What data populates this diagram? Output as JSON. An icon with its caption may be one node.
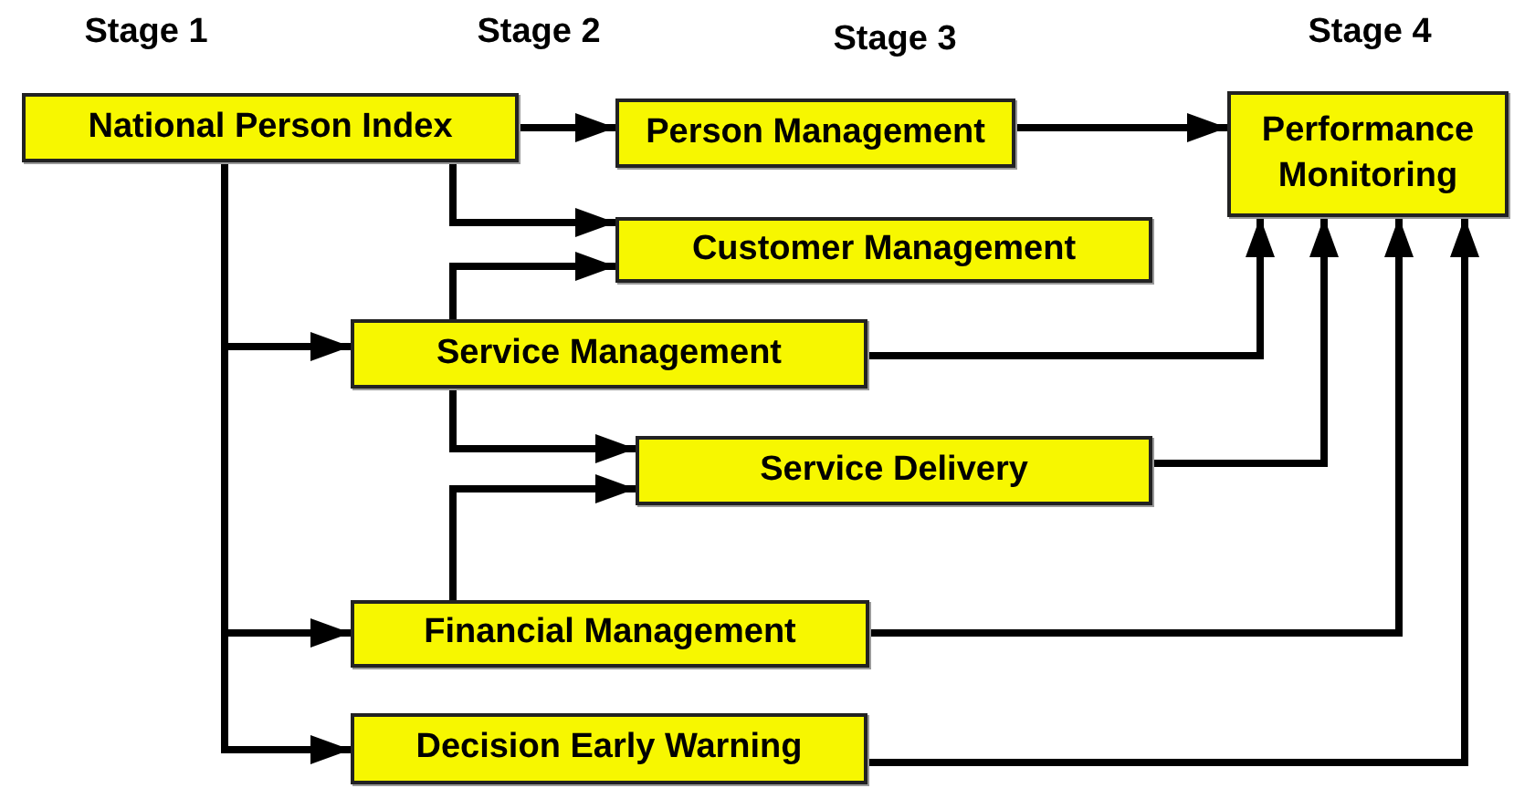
{
  "diagram": {
    "nodes": [
      {
        "text": [
          "National Person Index"
        ]
      },
      {
        "text": [
          "Person Management"
        ]
      },
      {
        "text": [
          "Customer Management"
        ]
      },
      {
        "text": [
          "Service Management"
        ]
      },
      {
        "text": [
          "Service Delivery"
        ]
      },
      {
        "text": [
          "Financial Management"
        ]
      },
      {
        "text": [
          "Decision Early Warning"
        ]
      },
      {
        "text": [
          "Performance Monitoring"
        ]
      }
    ],
    "edges": [
      {
        "from": 0,
        "to": 1,
        "arrow": "to"
      },
      {
        "from": 0,
        "to": 2,
        "arrow": "to"
      },
      {
        "from": 3,
        "to": 2,
        "arrow": "to"
      },
      {
        "from": 0,
        "to": 3,
        "arrow": "to"
      },
      {
        "from": 3,
        "to": 4,
        "arrow": "to"
      },
      {
        "from": 5,
        "to": 4,
        "arrow": "to"
      },
      {
        "from": 0,
        "to": 5,
        "arrow": "to"
      },
      {
        "from": 0,
        "to": 6,
        "arrow": "to"
      },
      {
        "from": 1,
        "to": 7,
        "arrow": "to"
      },
      {
        "from": 3,
        "to": 7,
        "arrow": "to"
      },
      {
        "from": 4,
        "to": 7,
        "arrow": "to"
      },
      {
        "from": 5,
        "to": 7,
        "arrow": "to"
      },
      {
        "from": 6,
        "to": 7,
        "arrow": "to"
      }
    ],
    "labels": [
      "Stage 1",
      "Stage 2",
      "Stage 3",
      "Stage 4"
    ]
  }
}
